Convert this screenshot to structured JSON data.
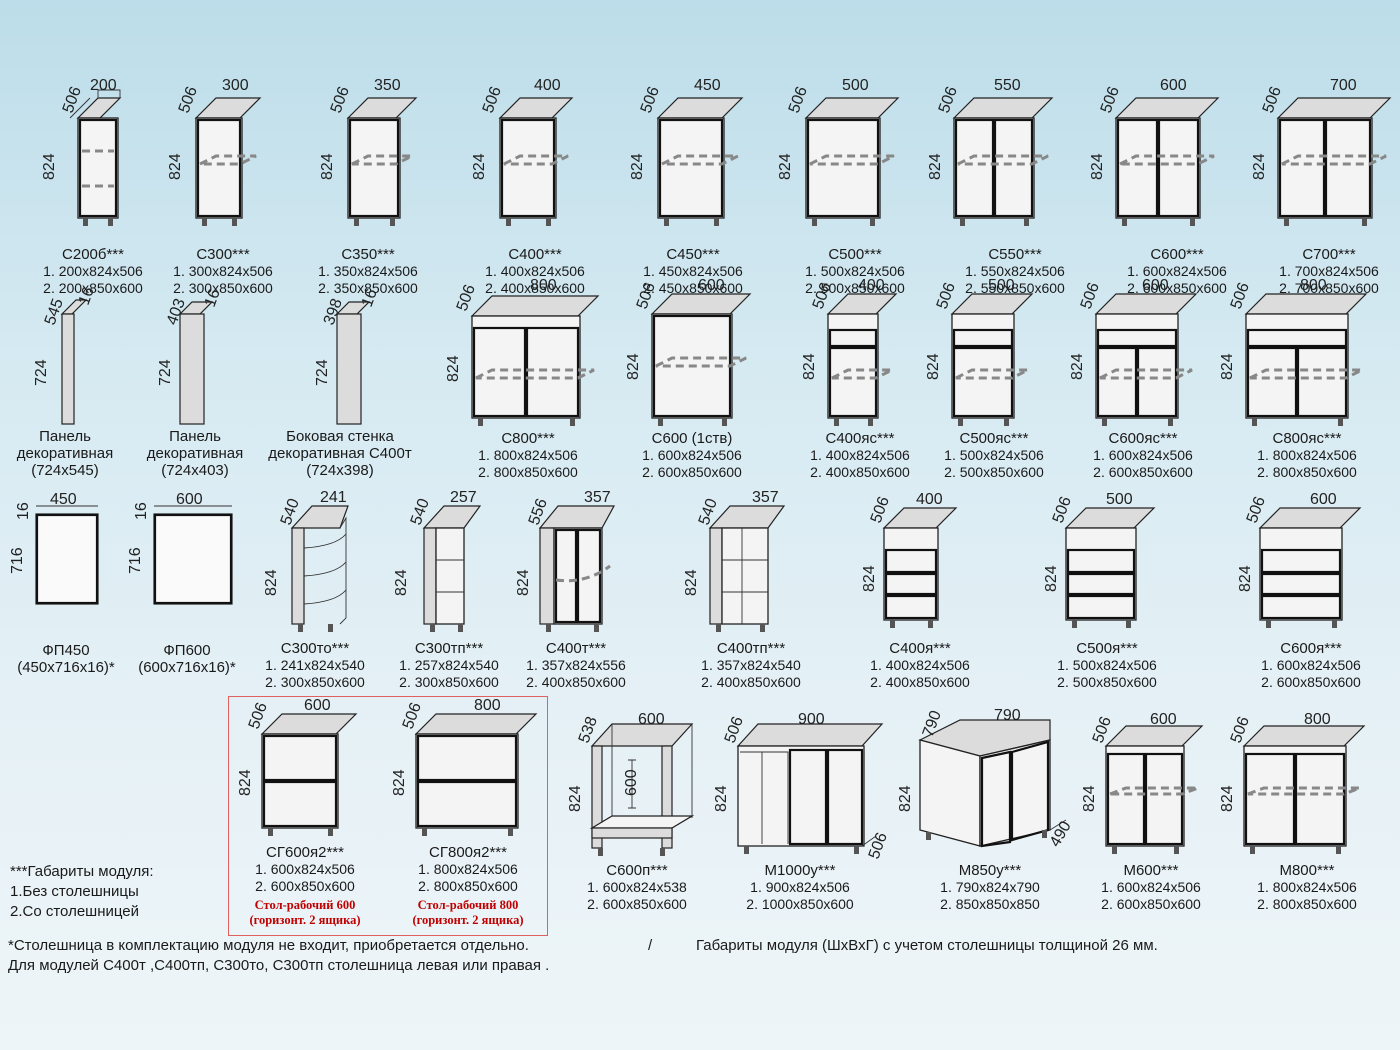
{
  "rows": [
    [
      {
        "id": "c200b",
        "name": "С200б***",
        "s1": "1. 200х824х506",
        "s2": "2. 200х850х600",
        "w": "200",
        "d": "506",
        "h": "824"
      },
      {
        "id": "c300",
        "name": "С300***",
        "s1": "1. 300х824х506",
        "s2": "2. 300х850х600",
        "w": "300",
        "d": "506",
        "h": "824"
      },
      {
        "id": "c350",
        "name": "С350***",
        "s1": "1. 350х824х506",
        "s2": "2. 350х850х600",
        "w": "350",
        "d": "506",
        "h": "824"
      },
      {
        "id": "c400",
        "name": "С400***",
        "s1": "1. 400х824х506",
        "s2": "2. 400х850х600",
        "w": "400",
        "d": "506",
        "h": "824"
      },
      {
        "id": "c450",
        "name": "С450***",
        "s1": "1. 450х824х506",
        "s2": "2. 450х850х600",
        "w": "450",
        "d": "506",
        "h": "824"
      },
      {
        "id": "c500",
        "name": "С500***",
        "s1": "1. 500х824х506",
        "s2": "2. 500х850х600",
        "w": "500",
        "d": "506",
        "h": "824"
      },
      {
        "id": "c550",
        "name": "С550***",
        "s1": "1. 550х824х506",
        "s2": "2. 550х850х600",
        "w": "550",
        "d": "506",
        "h": "824"
      },
      {
        "id": "c600",
        "name": "С600***",
        "s1": "1. 600х824х506",
        "s2": "2. 600х850х600",
        "w": "600",
        "d": "506",
        "h": "824"
      },
      {
        "id": "c700",
        "name": "С700***",
        "s1": "1. 700х824х506",
        "s2": "2. 700х850х600",
        "w": "700",
        "d": "506",
        "h": "824"
      }
    ],
    [
      {
        "id": "panel545",
        "name": "Панель",
        "s1": "декоративная",
        "s2": "(724х545)",
        "w": "16",
        "d": "545",
        "h": "724"
      },
      {
        "id": "panel403",
        "name": "Панель",
        "s1": "декоративная",
        "s2": "(724х403)",
        "w": "16",
        "d": "403",
        "h": "724"
      },
      {
        "id": "side398",
        "name": "Боковая стенка",
        "s1": "декоративная С400т",
        "s2": "(724х398)",
        "w": "16",
        "d": "398",
        "h": "724"
      },
      {
        "id": "c800",
        "name": "С800***",
        "s1": "1. 800х824х506",
        "s2": "2. 800х850х600",
        "w": "800",
        "d": "506",
        "h": "824"
      },
      {
        "id": "c600_1",
        "name": "С600 (1ств)",
        "s1": "1. 600х824х506",
        "s2": "2. 600х850х600",
        "w": "600",
        "d": "506",
        "h": "824"
      },
      {
        "id": "c400ys",
        "name": "С400яс***",
        "s1": "1. 400х824х506",
        "s2": "2. 400х850х600",
        "w": "400",
        "d": "506",
        "h": "824"
      },
      {
        "id": "c500ys",
        "name": "С500яс***",
        "s1": "1. 500х824х506",
        "s2": "2. 500х850х600",
        "w": "500",
        "d": "506",
        "h": "824"
      },
      {
        "id": "c600ys",
        "name": "С600яс***",
        "s1": "1. 600х824х506",
        "s2": "2. 600х850х600",
        "w": "600",
        "d": "506",
        "h": "824"
      },
      {
        "id": "c800ys",
        "name": "С800яс***",
        "s1": "1. 800х824х506",
        "s2": "2. 800х850х600",
        "w": "800",
        "d": "506",
        "h": "824"
      }
    ],
    [
      {
        "id": "fp450",
        "name": "ФП450",
        "s1": "(450х716х16)*",
        "s2": "",
        "w": "450",
        "d": "16",
        "h": "716"
      },
      {
        "id": "fp600",
        "name": "ФП600",
        "s1": "(600х716х16)*",
        "s2": "",
        "w": "600",
        "d": "16",
        "h": "716"
      },
      {
        "id": "c300to",
        "name": "С300то***",
        "s1": "1. 241х824х540",
        "s2": "2. 300х850х600",
        "w": "241",
        "d": "540",
        "h": "824"
      },
      {
        "id": "c300tp",
        "name": "С300тп***",
        "s1": "1. 257х824х540",
        "s2": "2. 300х850х600",
        "w": "257",
        "d": "540",
        "h": "824"
      },
      {
        "id": "c400t",
        "name": "С400т***",
        "s1": "1. 357х824х556",
        "s2": "2. 400х850х600",
        "w": "357",
        "d": "556",
        "h": "824"
      },
      {
        "id": "c400tp",
        "name": "С400тп***",
        "s1": "1. 357х824х540",
        "s2": "2. 400х850х600",
        "w": "357",
        "d": "540",
        "h": "824"
      },
      {
        "id": "c400ya",
        "name": "С400я***",
        "s1": "1. 400х824х506",
        "s2": "2. 400х850х600",
        "w": "400",
        "d": "506",
        "h": "824"
      },
      {
        "id": "c500ya",
        "name": "С500я***",
        "s1": "1. 500х824х506",
        "s2": "2. 500х850х600",
        "w": "500",
        "d": "506",
        "h": "824"
      },
      {
        "id": "c600ya",
        "name": "С600я***",
        "s1": "1. 600х824х506",
        "s2": "2. 600х850х600",
        "w": "600",
        "d": "506",
        "h": "824"
      }
    ],
    [
      {
        "id": "sg600",
        "name": "СГ600я2***",
        "s1": "1. 600х824х506",
        "s2": "2. 600х850х600",
        "r1": "Стол-рабочий 600",
        "r2": "(горизонт. 2 ящика)",
        "w": "600",
        "d": "506",
        "h": "824"
      },
      {
        "id": "sg800",
        "name": "СГ800я2***",
        "s1": "1. 800х824х506",
        "s2": "2. 800х850х600",
        "r1": "Стол-рабочий 800",
        "r2": "(горизонт. 2 ящика)",
        "w": "800",
        "d": "506",
        "h": "824"
      },
      {
        "id": "c600p",
        "name": "С600п***",
        "s1": "1. 600х824х538",
        "s2": "2. 600х850х600",
        "w": "600",
        "d": "538",
        "h": "824",
        "inner": "600"
      },
      {
        "id": "m1000u",
        "name": "М1000у***",
        "s1": "1. 900х824х506",
        "s2": "2. 1000х850х600",
        "w": "900",
        "d": "506",
        "h": "824",
        "d2": "506"
      },
      {
        "id": "m850u",
        "name": "М850у***",
        "s1": "1. 790х824х790",
        "s2": "2. 850х850х850",
        "w": "790",
        "d": "790",
        "h": "824",
        "d2": "490"
      },
      {
        "id": "m600",
        "name": "М600***",
        "s1": "1. 600х824х506",
        "s2": "2. 600х850х600",
        "w": "600",
        "d": "506",
        "h": "824"
      },
      {
        "id": "m800",
        "name": "М800***",
        "s1": "1. 800х824х506",
        "s2": "2. 800х850х600",
        "w": "800",
        "d": "506",
        "h": "824"
      }
    ]
  ],
  "legend": {
    "line1": "***Габариты модуля:",
    "line2": "1.Без столешницы",
    "line3": "2.Со столешницей"
  },
  "footer": {
    "note1": "*Столешница в комплектацию модуля не входит, приобретается отдельно.",
    "slash": "/",
    "note2": "Габариты модуля (ШхВхГ) с учетом столешницы толщиной 26 мм.",
    "note3": "Для модулей С400т ,С400тп, С300то, С300тп столешница левая или правая ."
  }
}
